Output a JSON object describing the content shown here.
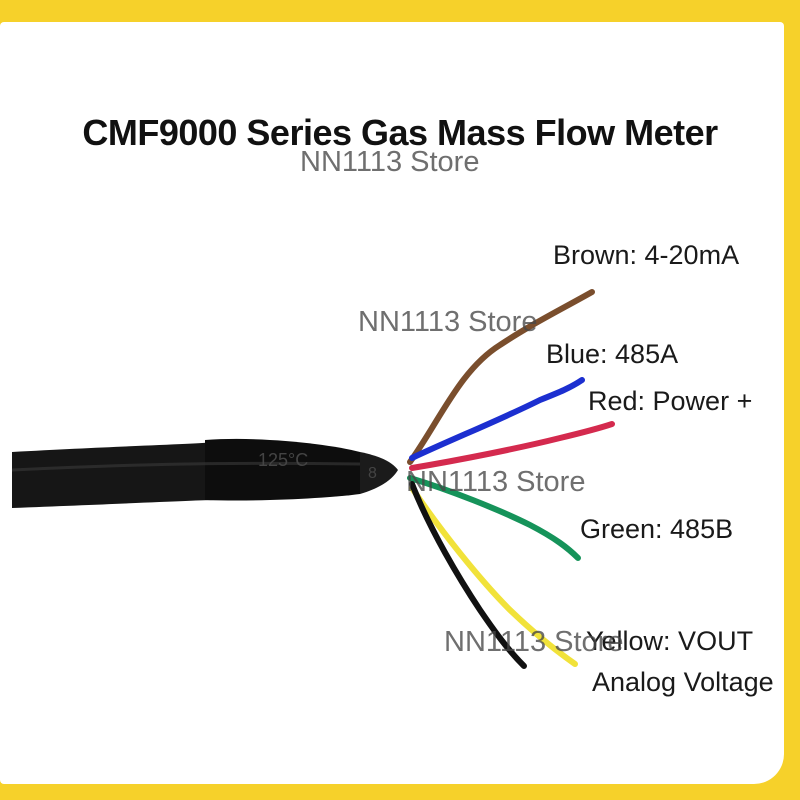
{
  "title": "CMF9000 Series Gas Mass Flow Meter",
  "watermark": "NN1113 Store",
  "jacket_print": "125°C",
  "jacket_print_2": "8",
  "wires": [
    {
      "label": "Brown: 4-20mA",
      "color": "#7a4e2d"
    },
    {
      "label": "Blue: 485A",
      "color": "#1c2fd0"
    },
    {
      "label": "Red: Power +",
      "color": "#d42a4e"
    },
    {
      "label": "Green: 485B",
      "color": "#16935a"
    },
    {
      "label": "Yellow: VOUT",
      "color": "#f1e23a"
    },
    {
      "label": "Analog Voltage",
      "color": "#111111"
    }
  ],
  "colors": {
    "frame": "#f6d12a",
    "cable": "#121212"
  }
}
